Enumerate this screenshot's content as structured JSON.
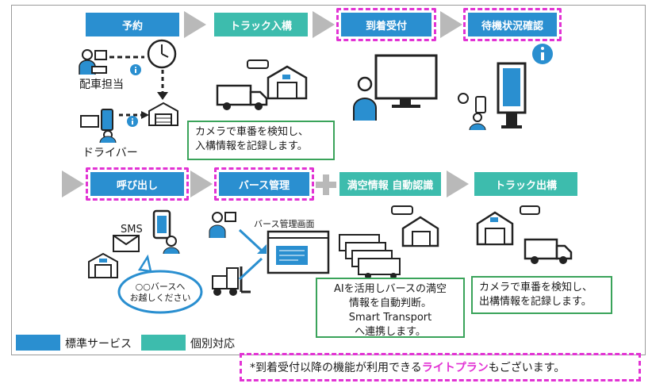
{
  "steps": {
    "reserve": "予約",
    "truck_in": "トラック入構",
    "arrival": "到着受付",
    "waiting": "待機状況確認",
    "call": "呼び出し",
    "berth": "バース管理",
    "vacancy": "満空情報 自動認識",
    "truck_out": "トラック出構"
  },
  "labels": {
    "dispatcher": "配車担当",
    "driver": "ドライバー",
    "sms": "SMS",
    "berth_screen": "バース管理画面",
    "bubble_line1": "○○バースへ",
    "bubble_line2": "お越しください"
  },
  "boxes": {
    "camera_in_1": "カメラで車番を検知し、",
    "camera_in_2": "入構情報を記録します。",
    "ai_1": "AIを活用しバースの満空",
    "ai_2": "情報を自動判断。",
    "ai_3": "Smart Transport",
    "ai_4": "へ連携します。",
    "camera_out_1": "カメラで車番を検知し、",
    "camera_out_2": "出構情報を記録します。"
  },
  "legend": {
    "standard": "標準サービス",
    "custom": "個別対応",
    "standard_color": "#2a8fd0",
    "custom_color": "#3dbcad"
  },
  "note": {
    "prefix": "*到着受付以降の機能が利用できる",
    "highlight": "ライトプラン",
    "suffix": "もございます。"
  },
  "colors": {
    "highlight_dash": "#e233d4",
    "box_border": "#3aa35a"
  }
}
